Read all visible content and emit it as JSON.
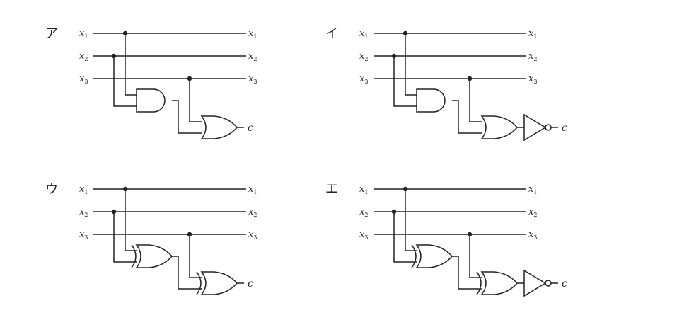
{
  "panels": [
    {
      "label": "ア",
      "gate1": "and",
      "gate2": "or",
      "inverted": false
    },
    {
      "label": "イ",
      "gate1": "and",
      "gate2": "or",
      "inverted": true
    },
    {
      "label": "ウ",
      "gate1": "xor",
      "gate2": "xor",
      "inverted": false
    },
    {
      "label": "エ",
      "gate1": "xor",
      "gate2": "xor",
      "inverted": true
    }
  ],
  "inputs": [
    "x",
    "x",
    "x"
  ],
  "subscripts": [
    "1",
    "2",
    "3"
  ],
  "output": "c",
  "colors": {
    "ink": "#222222",
    "background": "#ffffff"
  }
}
